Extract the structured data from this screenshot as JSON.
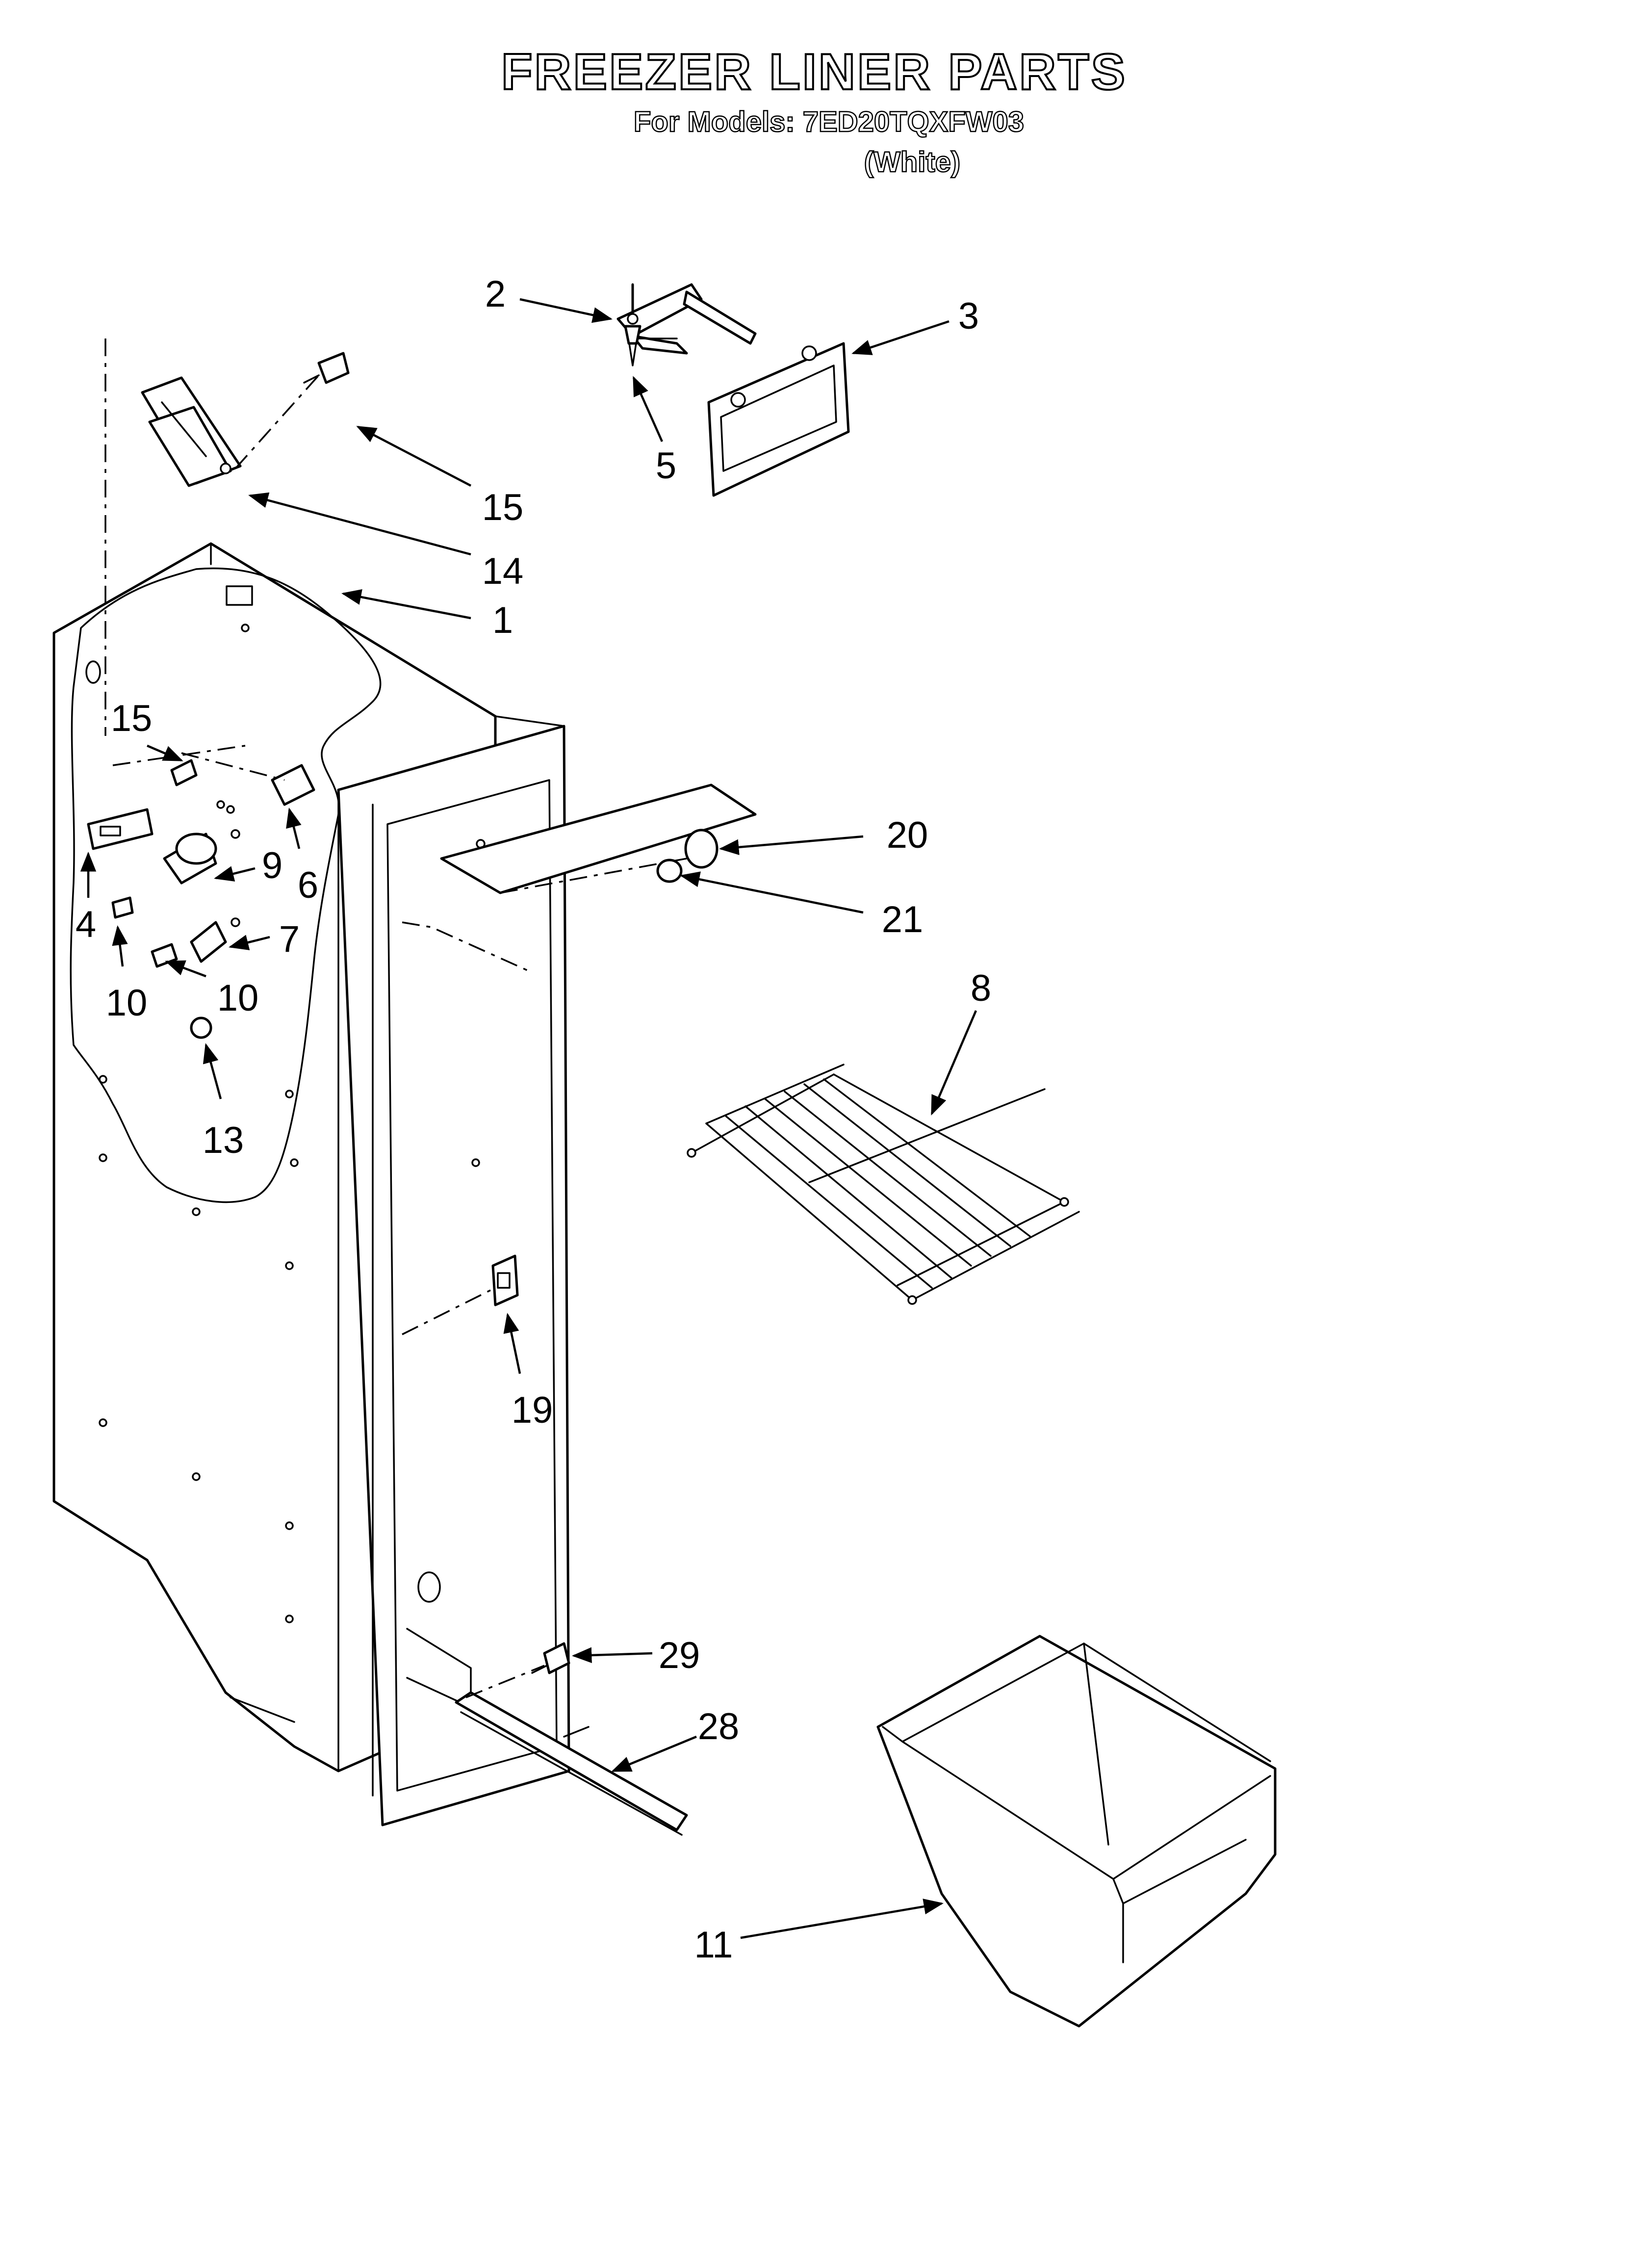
{
  "title": "FREEZER LINER PARTS",
  "models_line": "For Models: 7ED20TQXFW03",
  "color_line": "(White)",
  "callouts": {
    "c1": "1",
    "c2": "2",
    "c3": "3",
    "c4": "4",
    "c5": "5",
    "c6": "6",
    "c7": "7",
    "c8": "8",
    "c9": "9",
    "c10a": "10",
    "c10b": "10",
    "c11": "11",
    "c13": "13",
    "c14": "14",
    "c15a": "15",
    "c15b": "15",
    "c19": "19",
    "c20": "20",
    "c21": "21",
    "c28": "28",
    "c29": "29"
  },
  "colors": {
    "ink": "#000000",
    "paper": "#ffffff"
  }
}
